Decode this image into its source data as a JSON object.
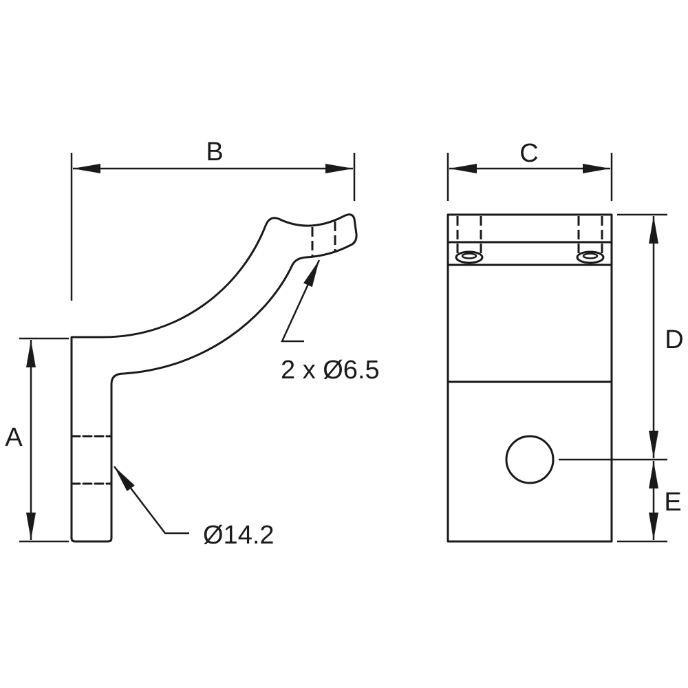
{
  "dimensions": {
    "a": "A",
    "b": "B",
    "c": "C",
    "d": "D",
    "e": "E"
  },
  "callouts": {
    "post_hole": "Ø14.2",
    "screw_holes": "2 x Ø6.5"
  }
}
